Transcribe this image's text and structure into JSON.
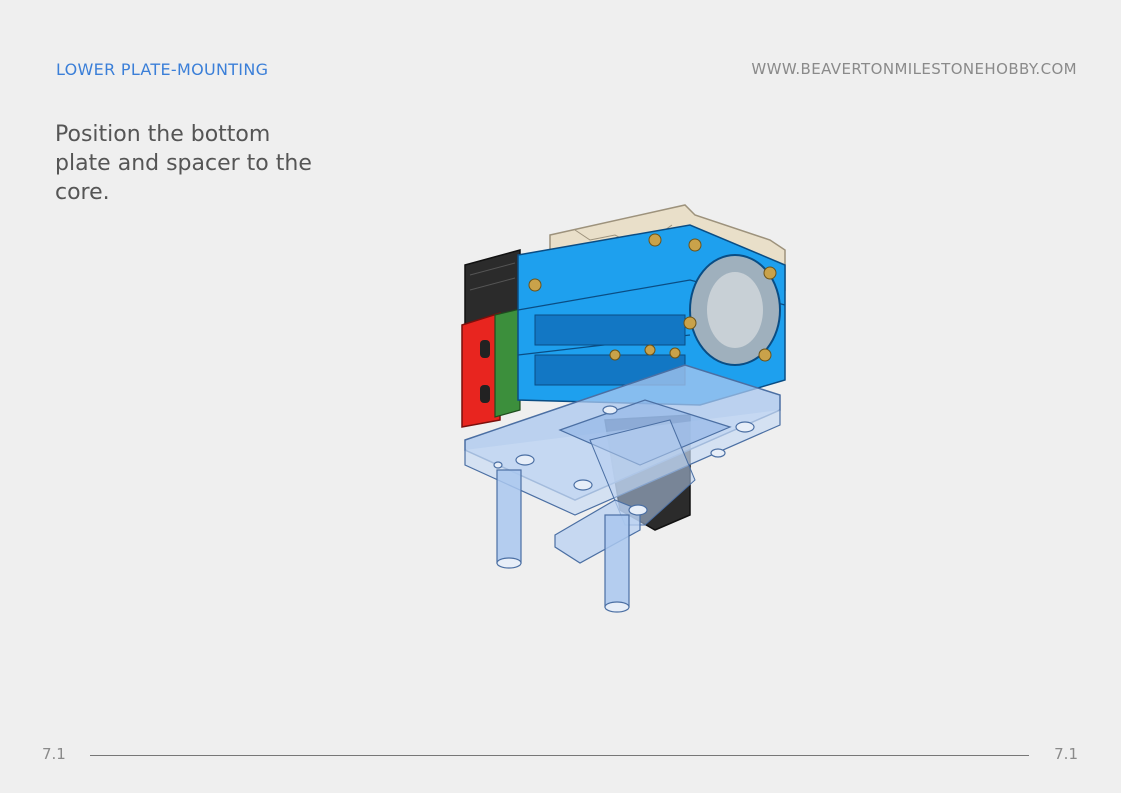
{
  "header": {
    "section_title": "LOWER PLATE-MOUNTING",
    "website": "WWW.BEAVERTONMILESTONEHOBBY.COM"
  },
  "body": {
    "instruction": "Position the bottom plate and spacer to the core."
  },
  "illustration": {
    "subject": "printer-toolhead-assembly",
    "colors": {
      "core": "#1ea0ee",
      "core_dark": "#1277c4",
      "frame": "#e9dfc9",
      "transparent_plate": "#a9c7ef",
      "red_part": "#e8251f",
      "green_part": "#3c8f3c",
      "motor": "#2b2b2b",
      "brass_insert": "#c9a24a"
    }
  },
  "footer": {
    "page_left": "7.1",
    "page_right": "7.1"
  }
}
